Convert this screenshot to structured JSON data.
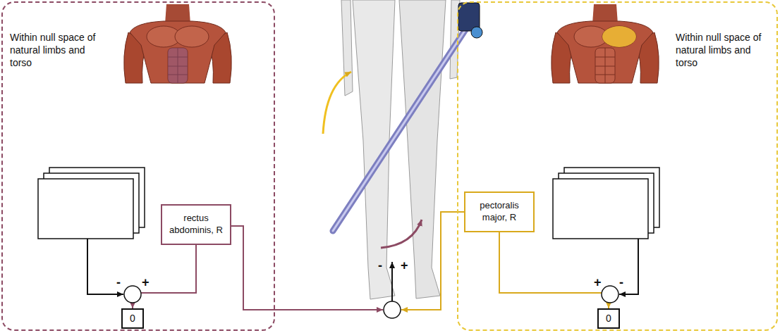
{
  "diagram": {
    "nodes": [
      {
        "text": [
          "Within null space of natural limbs and torso"
        ]
      },
      {
        "text": [
          "rectus abdominis, R"
        ],
        "in": 0
      },
      {
        "text": [
          "0"
        ],
        "in": 0
      },
      {
        "text": [
          "Within null space of natural limbs and torso"
        ]
      },
      {
        "text": [
          "pectoralis major, R"
        ],
        "in": 3
      },
      {
        "text": [
          "0"
        ],
        "in": 3
      }
    ],
    "edges": [
      {
        "from": 1,
        "to": 2,
        "arrow": "to"
      },
      {
        "from": 4,
        "to": 5,
        "arrow": "to"
      }
    ],
    "labels": [
      "-",
      "+",
      "-",
      "+",
      "+",
      "-"
    ]
  }
}
